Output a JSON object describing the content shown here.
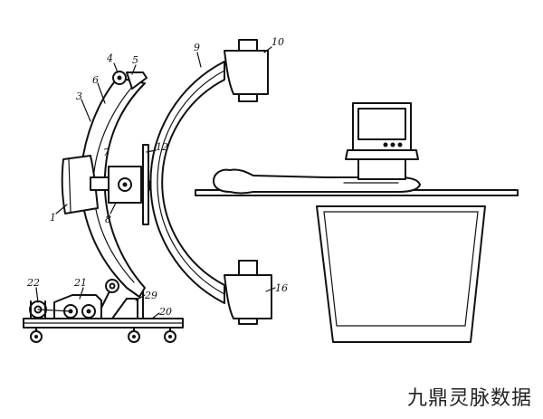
{
  "callouts": [
    {
      "id": "c1",
      "text": "1"
    },
    {
      "id": "c3",
      "text": "3"
    },
    {
      "id": "c4",
      "text": "4"
    },
    {
      "id": "c5",
      "text": "5"
    },
    {
      "id": "c6",
      "text": "6"
    },
    {
      "id": "c7",
      "text": "7"
    },
    {
      "id": "c8",
      "text": "8"
    },
    {
      "id": "c9",
      "text": "9"
    },
    {
      "id": "c10",
      "text": "10"
    },
    {
      "id": "c12",
      "text": "12"
    },
    {
      "id": "c16",
      "text": "16"
    },
    {
      "id": "c20",
      "text": "20"
    },
    {
      "id": "c21",
      "text": "21"
    },
    {
      "id": "c22",
      "text": "22"
    },
    {
      "id": "c29",
      "text": "29"
    }
  ],
  "watermark": "九鼎灵脉数据"
}
